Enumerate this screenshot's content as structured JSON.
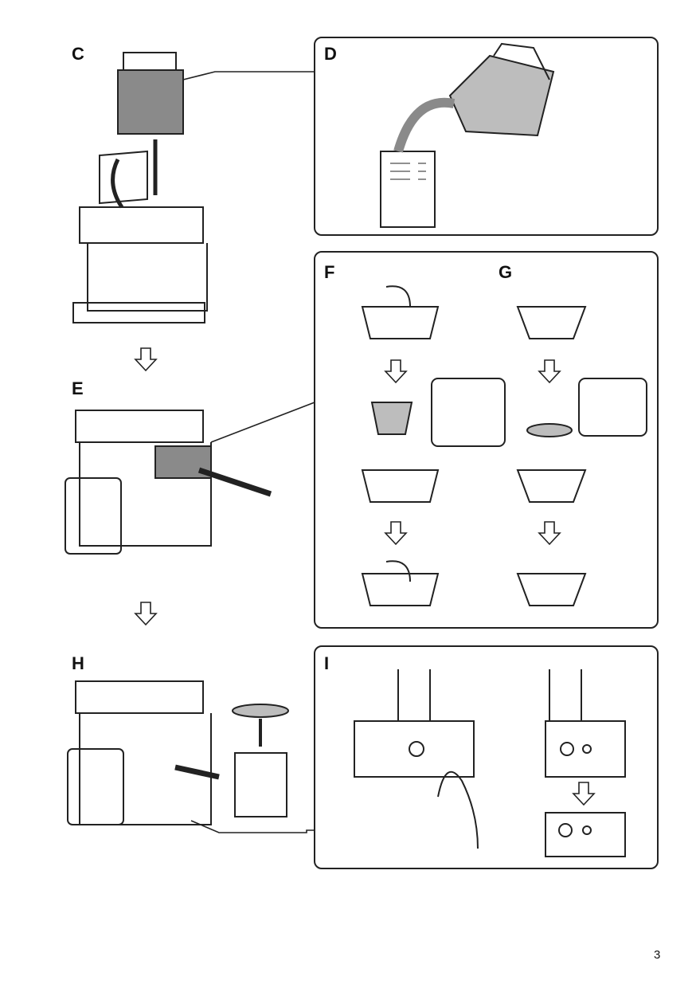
{
  "steps": {
    "c": "C",
    "d": "D",
    "e": "E",
    "f": "F",
    "g": "G",
    "h": "H",
    "i": "I"
  },
  "page_number": "3",
  "colors": {
    "line": "#222222",
    "fill_dark": "#8a8a8a",
    "fill_light": "#bdbdbd"
  }
}
